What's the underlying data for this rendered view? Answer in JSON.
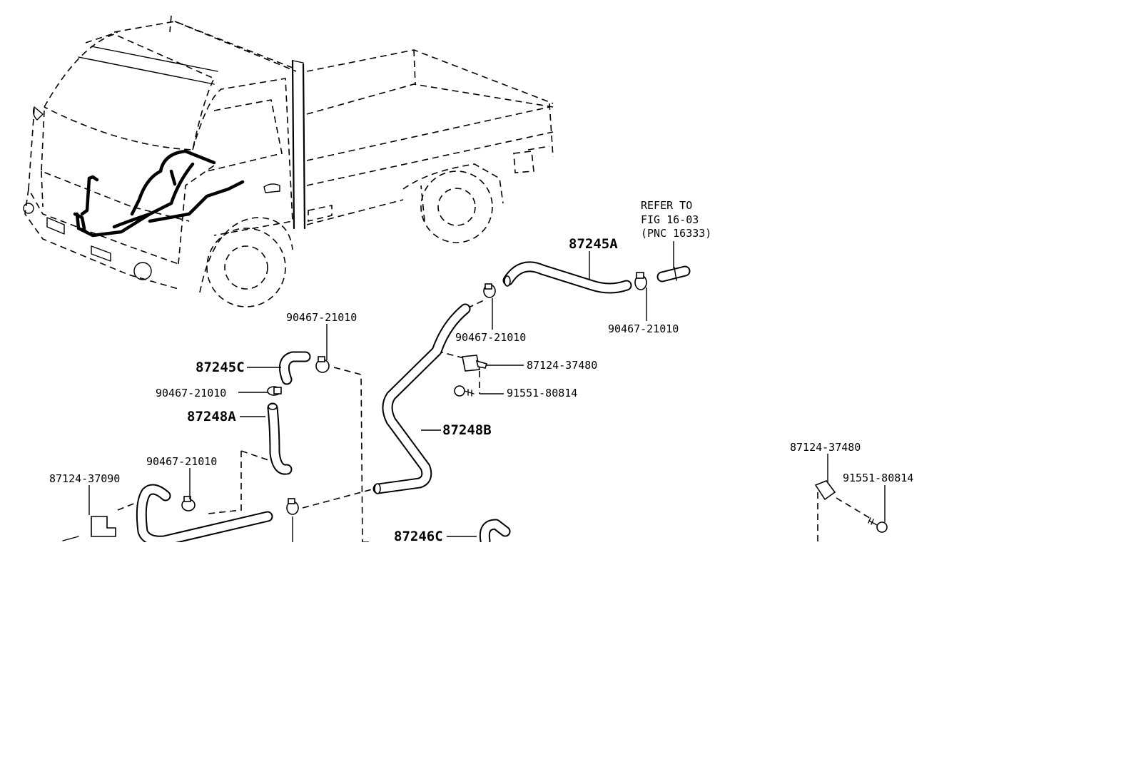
{
  "diagram": {
    "note": {
      "line1": "REFER TO",
      "line2": "FIG 16-03",
      "line3": "(PNC 16333)"
    },
    "labels": {
      "hose_87245A": "87245A",
      "hose_87245C": "87245C",
      "hose_87248A": "87248A",
      "hose_87248B": "87248B",
      "hose_87246C": "87246C",
      "clamp_a": "90467-21010",
      "clamp_b": "90467-21010",
      "clamp_c": "90467-21010",
      "clamp_d": "90467-21010",
      "clamp_e": "90467-21010",
      "clip_center": "87124-37480",
      "clip_right": "87124-37480",
      "clip_left": "87124-37090",
      "bolt_center": "91551-80814",
      "bolt_right": "91551-80814"
    }
  }
}
